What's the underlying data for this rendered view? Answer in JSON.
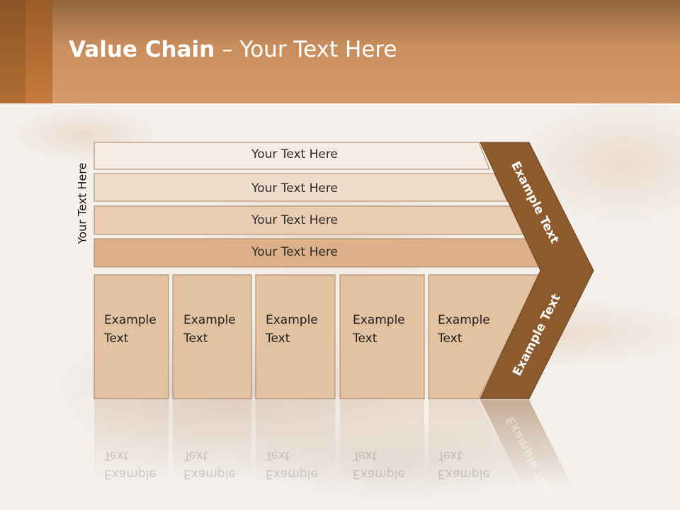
{
  "slide": {
    "title_bold": "Value Chain",
    "title_rest": " – Your Text Here",
    "vertical_label": "Your Text Here"
  },
  "rows": [
    {
      "label": "Your Text Here"
    },
    {
      "label": "Your Text Here"
    },
    {
      "label": "Your Text Here"
    },
    {
      "label": "Your Text Here"
    }
  ],
  "boxes": [
    {
      "line1": "Example",
      "line2": "Text"
    },
    {
      "line1": "Example",
      "line2": "Text"
    },
    {
      "line1": "Example",
      "line2": "Text"
    },
    {
      "line1": "Example",
      "line2": "Text"
    },
    {
      "line1": "Example",
      "line2": "Text"
    }
  ],
  "arrow": {
    "upper_label": "Example Text",
    "lower_label": "Example Text"
  },
  "colors": {
    "header": "#c98e5e",
    "arrow": "#8c5a2b",
    "row1": "#f7ece3",
    "row2": "#f0dccb",
    "row3": "#ebcdb3",
    "row4": "#ddb08a",
    "box": "#e3c2a2"
  }
}
